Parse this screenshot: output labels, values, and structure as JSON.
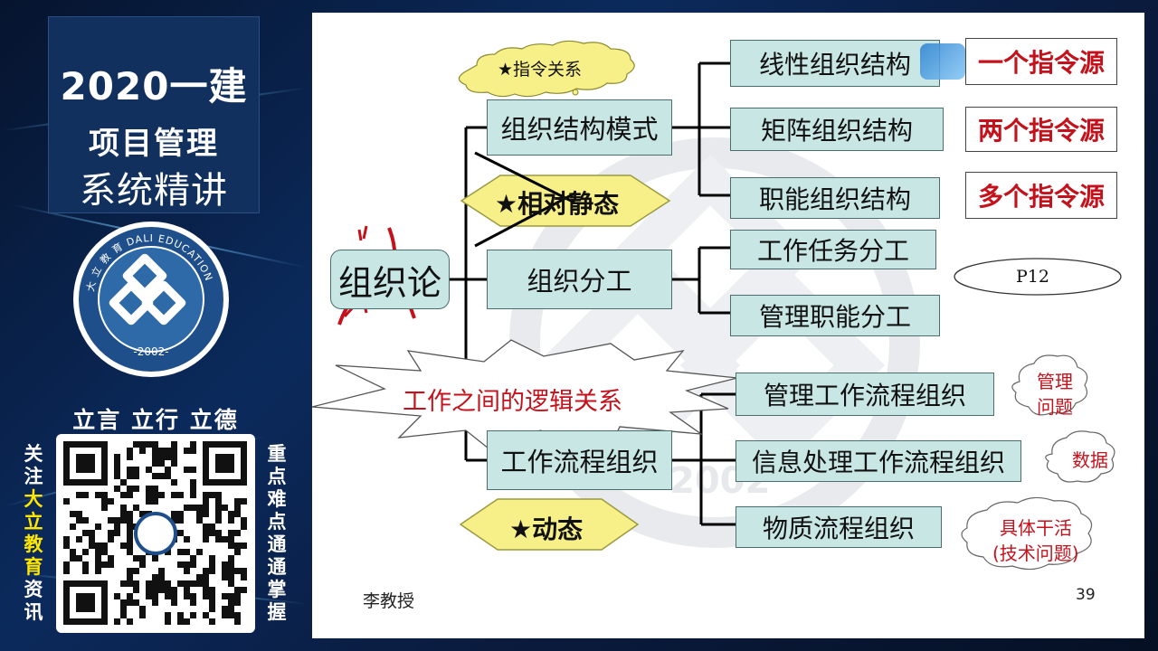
{
  "course": {
    "year_title": "2020一建",
    "subject": "项目管理",
    "subtitle": "系统精讲"
  },
  "logo": {
    "ring_text": "大 立 教 育 DALI EDUCATION",
    "year": "-2002-"
  },
  "motto": "立言  立行  立德",
  "left_vertical": [
    "关",
    "注",
    "大",
    "立",
    "教",
    "育",
    "资",
    "讯"
  ],
  "right_vertical": [
    "重",
    "点",
    "难",
    "点",
    "通",
    "通",
    "掌",
    "握"
  ],
  "slide": {
    "root": "组织论",
    "branches": [
      {
        "label": "组织结构模式",
        "children": [
          "线性组织结构",
          "矩阵组织结构",
          "职能组织结构"
        ]
      },
      {
        "label": "组织分工",
        "children": [
          "工作任务分工",
          "管理职能分工"
        ]
      },
      {
        "label": "工作流程组织",
        "children": [
          "管理工作流程组织",
          "信息处理工作流程组织",
          "物质流程组织"
        ]
      }
    ],
    "notes_right": [
      "一个指令源",
      "两个指令源",
      "多个指令源"
    ],
    "callout_cloud": "★指令关系",
    "callout_static": "★相对静态",
    "callout_dynamic": "★动态",
    "callout_logic": "工作之间的逻辑关系",
    "page_ref": "P12",
    "cloud_manage": [
      "管理",
      "问题"
    ],
    "cloud_data": "数据",
    "cloud_work": [
      "具体干活",
      "(技术问题)"
    ],
    "author": "李教授",
    "page_number": "39",
    "watermark": "2002"
  },
  "colors": {
    "accent_red": "#c4121c",
    "box_fill": "#c8e6e4",
    "yellow": "#f7f088",
    "highlight_yellow": "#ffe600"
  }
}
